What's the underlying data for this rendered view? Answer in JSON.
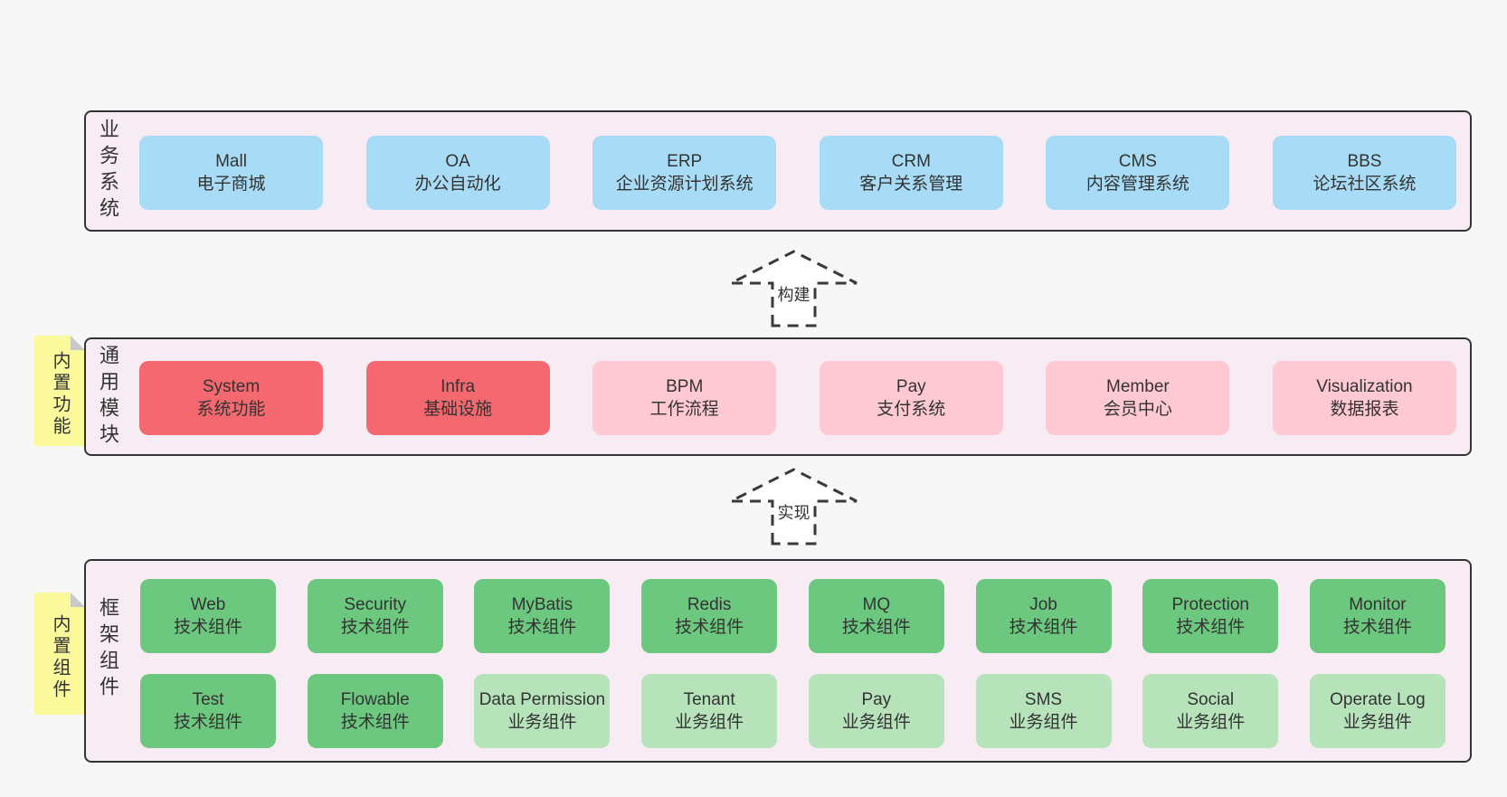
{
  "diagram": {
    "bands": [
      {
        "label": "业务系统",
        "boxes": [
          {
            "title": "Mall",
            "subtitle": "电子商城",
            "variant": "blue"
          },
          {
            "title": "OA",
            "subtitle": "办公自动化",
            "variant": "blue"
          },
          {
            "title": "ERP",
            "subtitle": "企业资源计划系统",
            "variant": "blue"
          },
          {
            "title": "CRM",
            "subtitle": "客户关系管理",
            "variant": "blue"
          },
          {
            "title": "CMS",
            "subtitle": "内容管理系统",
            "variant": "blue"
          },
          {
            "title": "BBS",
            "subtitle": "论坛社区系统",
            "variant": "blue"
          }
        ]
      },
      {
        "label": "通用模块",
        "note": "内置功能",
        "boxes": [
          {
            "title": "System",
            "subtitle": "系统功能",
            "variant": "red"
          },
          {
            "title": "Infra",
            "subtitle": "基础设施",
            "variant": "red"
          },
          {
            "title": "BPM",
            "subtitle": "工作流程",
            "variant": "pink"
          },
          {
            "title": "Pay",
            "subtitle": "支付系统",
            "variant": "pink"
          },
          {
            "title": "Member",
            "subtitle": "会员中心",
            "variant": "pink"
          },
          {
            "title": "Visualization",
            "subtitle": "数据报表",
            "variant": "pink"
          }
        ]
      },
      {
        "label": "框架组件",
        "note": "内置组件",
        "rows": [
          [
            {
              "title": "Web",
              "subtitle": "技术组件",
              "variant": "green"
            },
            {
              "title": "Security",
              "subtitle": "技术组件",
              "variant": "green"
            },
            {
              "title": "MyBatis",
              "subtitle": "技术组件",
              "variant": "green"
            },
            {
              "title": "Redis",
              "subtitle": "技术组件",
              "variant": "green"
            },
            {
              "title": "MQ",
              "subtitle": "技术组件",
              "variant": "green"
            },
            {
              "title": "Job",
              "subtitle": "技术组件",
              "variant": "green"
            },
            {
              "title": "Protection",
              "subtitle": "技术组件",
              "variant": "green"
            },
            {
              "title": "Monitor",
              "subtitle": "技术组件",
              "variant": "green"
            }
          ],
          [
            {
              "title": "Test",
              "subtitle": "技术组件",
              "variant": "green"
            },
            {
              "title": "Flowable",
              "subtitle": "技术组件",
              "variant": "green"
            },
            {
              "title": "Data Permission",
              "subtitle": "业务组件",
              "variant": "lgreen"
            },
            {
              "title": "Tenant",
              "subtitle": "业务组件",
              "variant": "lgreen"
            },
            {
              "title": "Pay",
              "subtitle": "业务组件",
              "variant": "lgreen"
            },
            {
              "title": "SMS",
              "subtitle": "业务组件",
              "variant": "lgreen"
            },
            {
              "title": "Social",
              "subtitle": "业务组件",
              "variant": "lgreen"
            },
            {
              "title": "Operate Log",
              "subtitle": "业务组件",
              "variant": "lgreen"
            }
          ]
        ]
      }
    ],
    "arrows": [
      {
        "label": "构建"
      },
      {
        "label": "实现"
      }
    ],
    "colors": {
      "page_background": "#f7f7f7",
      "band_fill": "#f8ecf4",
      "band_border": "#333333",
      "business_box": "#a8dcf6",
      "core_module_box": "#f4696f",
      "optional_module_box": "#fec9d3",
      "tech_component_box": "#6cc87e",
      "biz_component_box": "#b7e3bb",
      "sticky_note": "#fafa9d",
      "note_fold": "#c9c9c9",
      "text": "#333333"
    }
  }
}
